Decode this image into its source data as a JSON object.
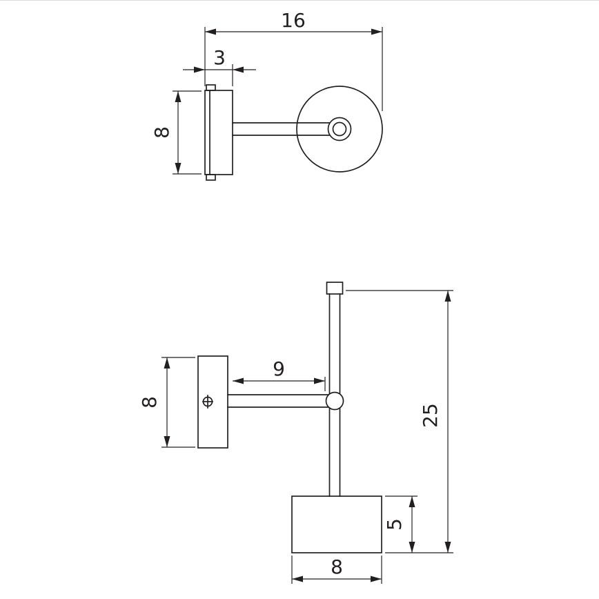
{
  "drawing": {
    "background_color": "#ffffff",
    "line_color": "#231f20",
    "top_view": {
      "dim_total_depth": "16",
      "dim_plate_depth": "3",
      "dim_plate_height": "8"
    },
    "side_view": {
      "dim_arm_length": "9",
      "dim_plate_height": "8",
      "dim_total_height": "25",
      "dim_shade_height": "5",
      "dim_shade_width": "8"
    }
  }
}
